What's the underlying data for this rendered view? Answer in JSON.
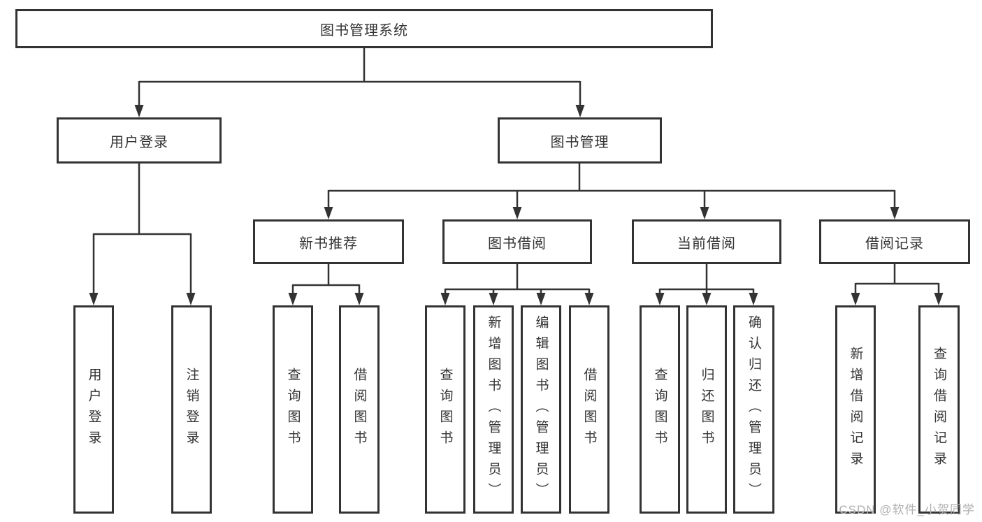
{
  "nodes": {
    "root": "图书管理系统",
    "level2": {
      "user_login": "用户登录",
      "book_management": "图书管理"
    },
    "level3": {
      "new_book_recommend": "新书推荐",
      "book_borrow": "图书借阅",
      "current_borrow": "当前借阅",
      "borrow_records": "借阅记录"
    },
    "leaves": {
      "user_login": "用户登录",
      "logout": "注销登录",
      "recommend_query_books": "查询图书",
      "recommend_borrow_books": "借阅图书",
      "borrow_query_books": "查询图书",
      "borrow_add_books": "新增图书（管理员）",
      "borrow_edit_books": "编辑图书（管理员）",
      "borrow_borrow_books": "借阅图书",
      "current_query_books": "查询图书",
      "current_return_books": "归还图书",
      "current_confirm_return": "确认归还（管理员）",
      "records_add_record": "新增借阅记录",
      "records_query_record": "查询借阅记录"
    }
  },
  "watermark": "CSDN @软件_小贺同学",
  "colors": {
    "line": "#333333",
    "text": "#333333",
    "background": "#ffffff",
    "watermark": "#b0b0b0"
  }
}
